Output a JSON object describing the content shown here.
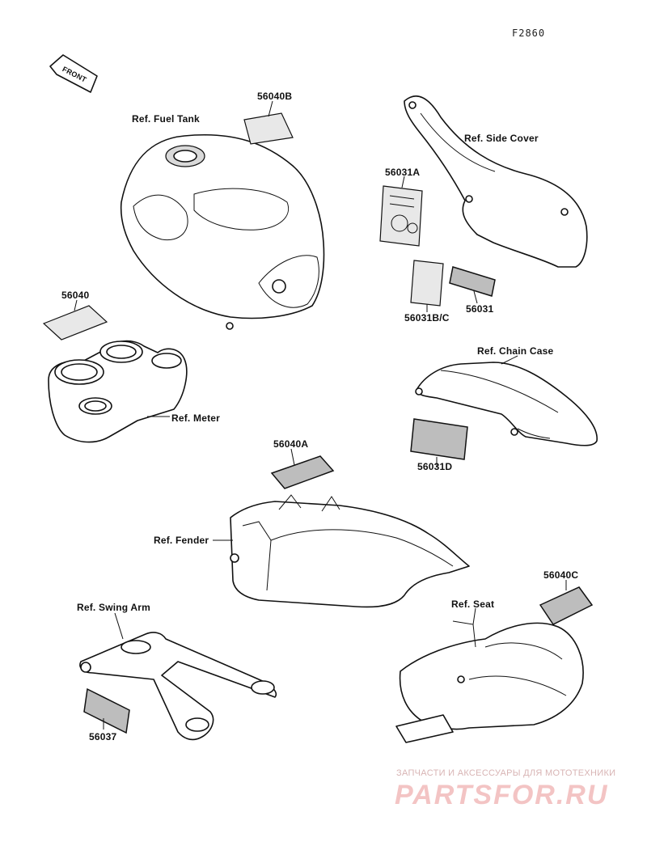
{
  "diagram_code": "F2860",
  "front_arrow": "FRONT",
  "references": {
    "fuel_tank": "Ref. Fuel Tank",
    "side_cover": "Ref. Side Cover",
    "meter": "Ref. Meter",
    "chain_case": "Ref. Chain Case",
    "fender": "Ref. Fender",
    "swing_arm": "Ref. Swing Arm",
    "seat": "Ref. Seat"
  },
  "part_numbers": {
    "p56040B": "56040B",
    "p56031A": "56031A",
    "p56040": "56040",
    "p56031BC": "56031B/C",
    "p56031": "56031",
    "p56031D": "56031D",
    "p56040A": "56040A",
    "p56040C": "56040C",
    "p56037": "56037"
  },
  "watermark": {
    "tagline": "ЗАПЧАСТИ И АКСЕССУАРЫ ДЛЯ МОТОТЕХНИКИ",
    "brand": "PARTSFOR.RU"
  }
}
